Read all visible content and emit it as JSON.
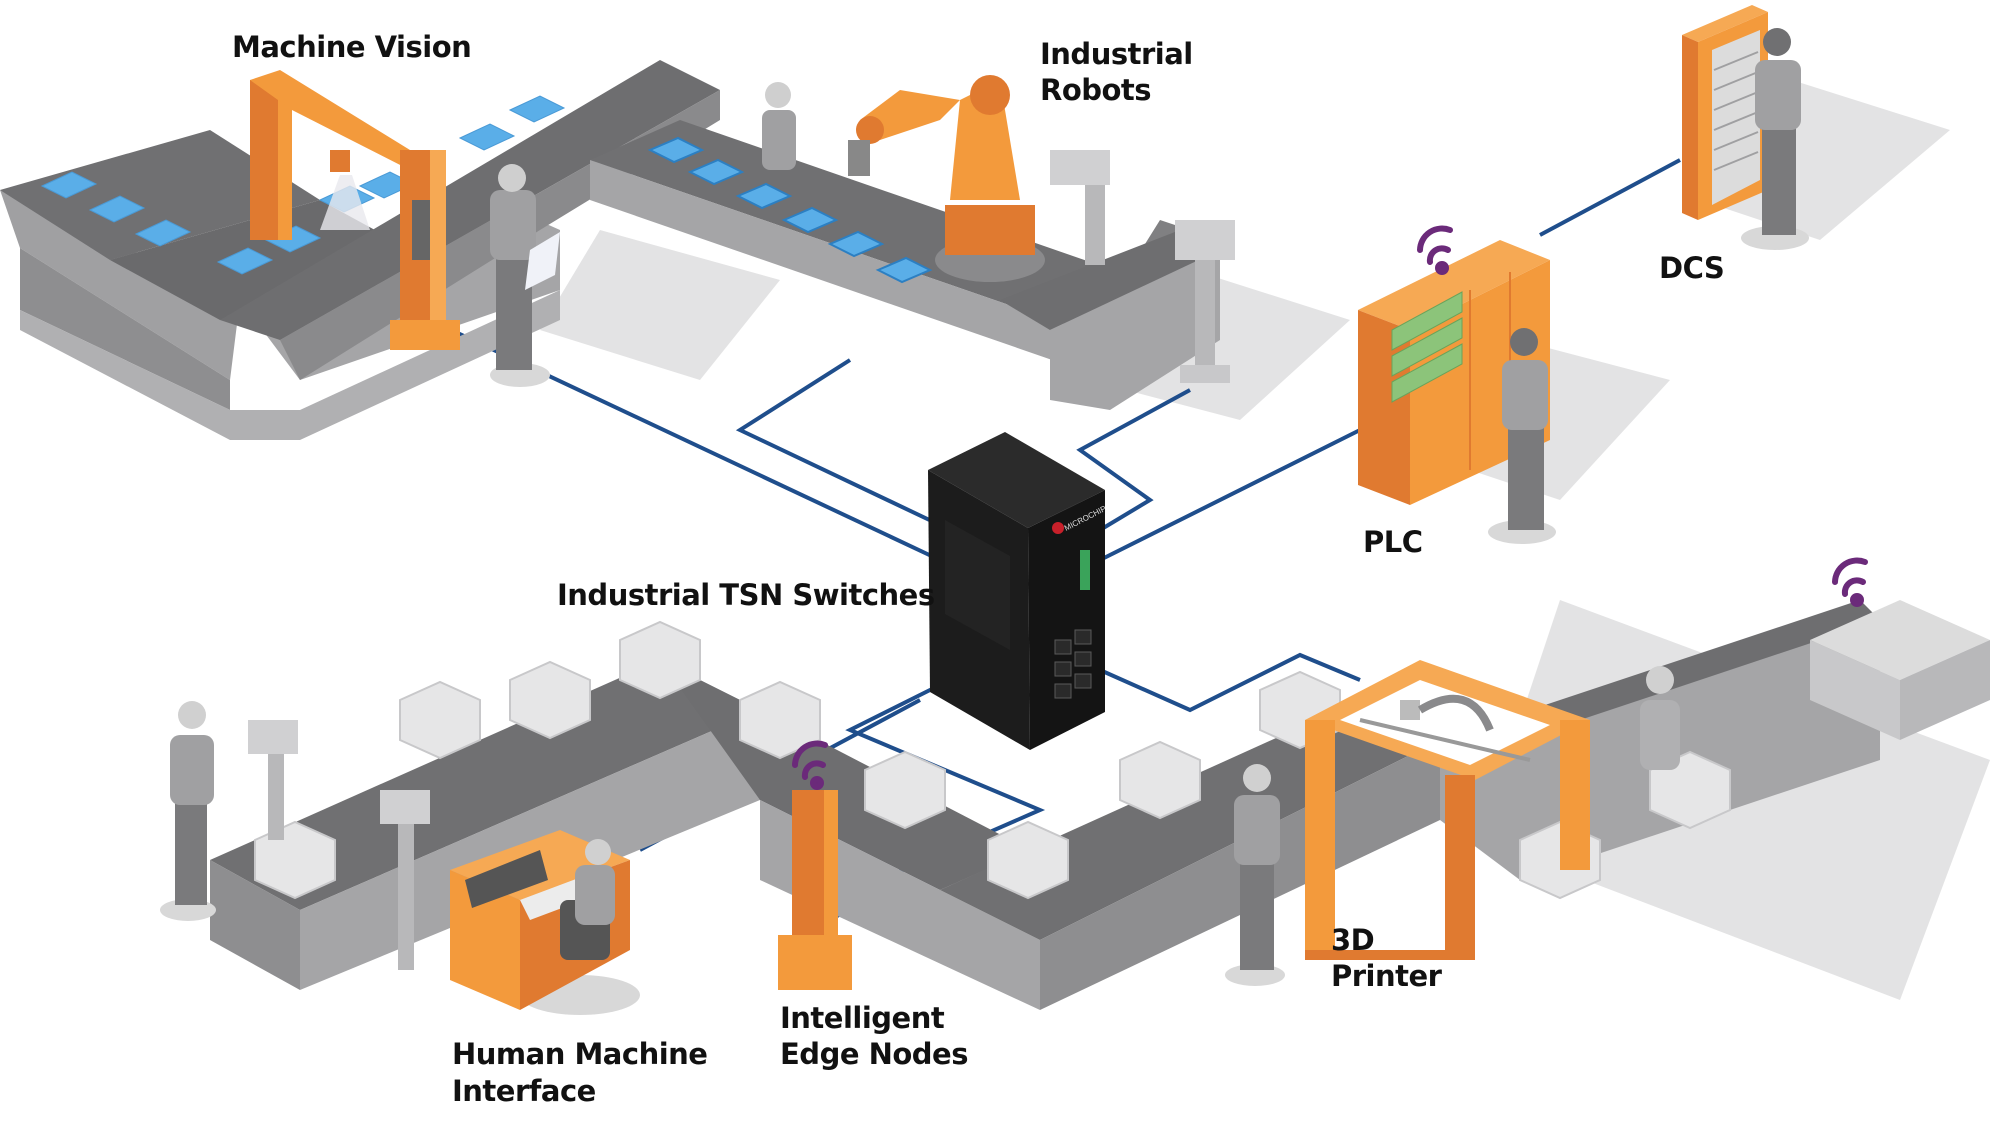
{
  "diagram": {
    "title": "Industrial TSN Network",
    "labels": {
      "machine_vision": "Machine Vision",
      "industrial_robots_1": "Industrial",
      "industrial_robots_2": "Robots",
      "dcs": "DCS",
      "plc": "PLC",
      "tsn_switches": "Industrial TSN Switches",
      "hmi_1": "Human Machine",
      "hmi_2": "Interface",
      "edge_1": "Intelligent",
      "edge_2": "Edge Nodes",
      "printer_1": "3D",
      "printer_2": "Printer"
    },
    "switch": {
      "brand": "MICROCHIP",
      "ports": 6,
      "sfp_ports": 2
    },
    "colors": {
      "network_line": "#1f4e8c",
      "equipment_orange": "#f39a3c",
      "equipment_orange_dark": "#e07a30",
      "conveyor_dark": "#6e6e70",
      "conveyor_side": "#a5a5a7",
      "product_blue": "#5aaee8",
      "wireless_purple": "#6b2a7a",
      "plc_green": "#8cc47a",
      "switch_black": "#1c1c1c"
    }
  }
}
